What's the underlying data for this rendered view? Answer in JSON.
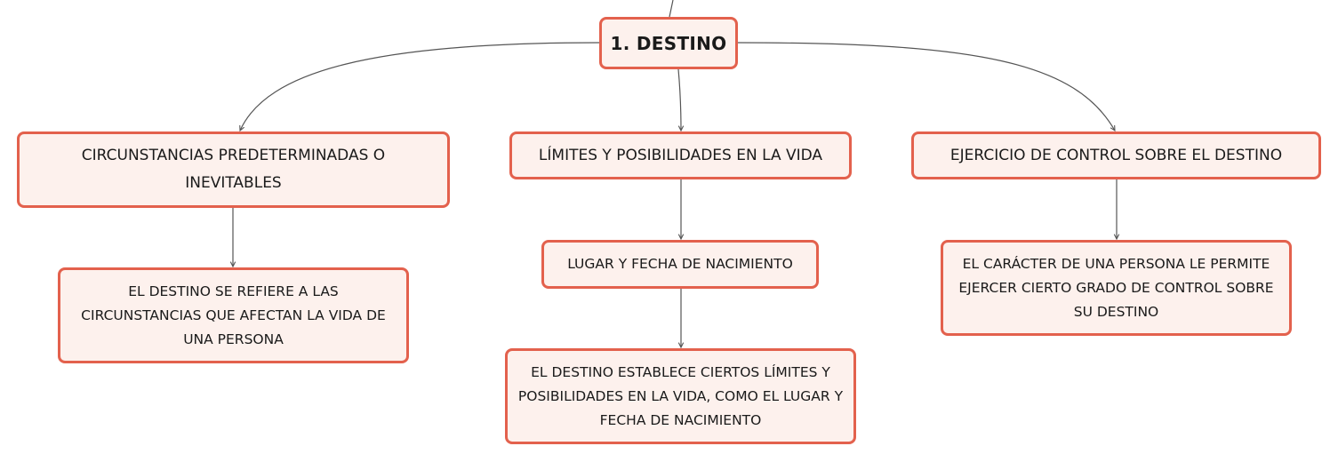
{
  "diagram": {
    "root": {
      "label": "1. DESTINO"
    },
    "branches": [
      {
        "label": "CIRCUNSTANCIAS PREDETERMINADAS O INEVITABLES",
        "detail": "EL DESTINO SE REFIERE A LAS CIRCUNSTANCIAS QUE AFECTAN LA VIDA DE UNA PERSONA"
      },
      {
        "label": "LÍMITES Y POSIBILIDADES EN LA VIDA",
        "sub": "LUGAR Y FECHA DE NACIMIENTO",
        "detail": "EL DESTINO ESTABLECE CIERTOS LÍMITES Y POSIBILIDADES EN LA VIDA, COMO EL LUGAR Y FECHA DE NACIMIENTO"
      },
      {
        "label": "EJERCICIO DE CONTROL SOBRE EL DESTINO",
        "detail": "EL CARÁCTER DE UNA PERSONA LE PERMITE EJERCER CIERTO GRADO DE CONTROL SOBRE SU DESTINO"
      }
    ]
  },
  "colors": {
    "node_border": "#e3614d",
    "node_fill": "#fdf1ed",
    "connector": "#555555",
    "text": "#1a1a1a"
  }
}
